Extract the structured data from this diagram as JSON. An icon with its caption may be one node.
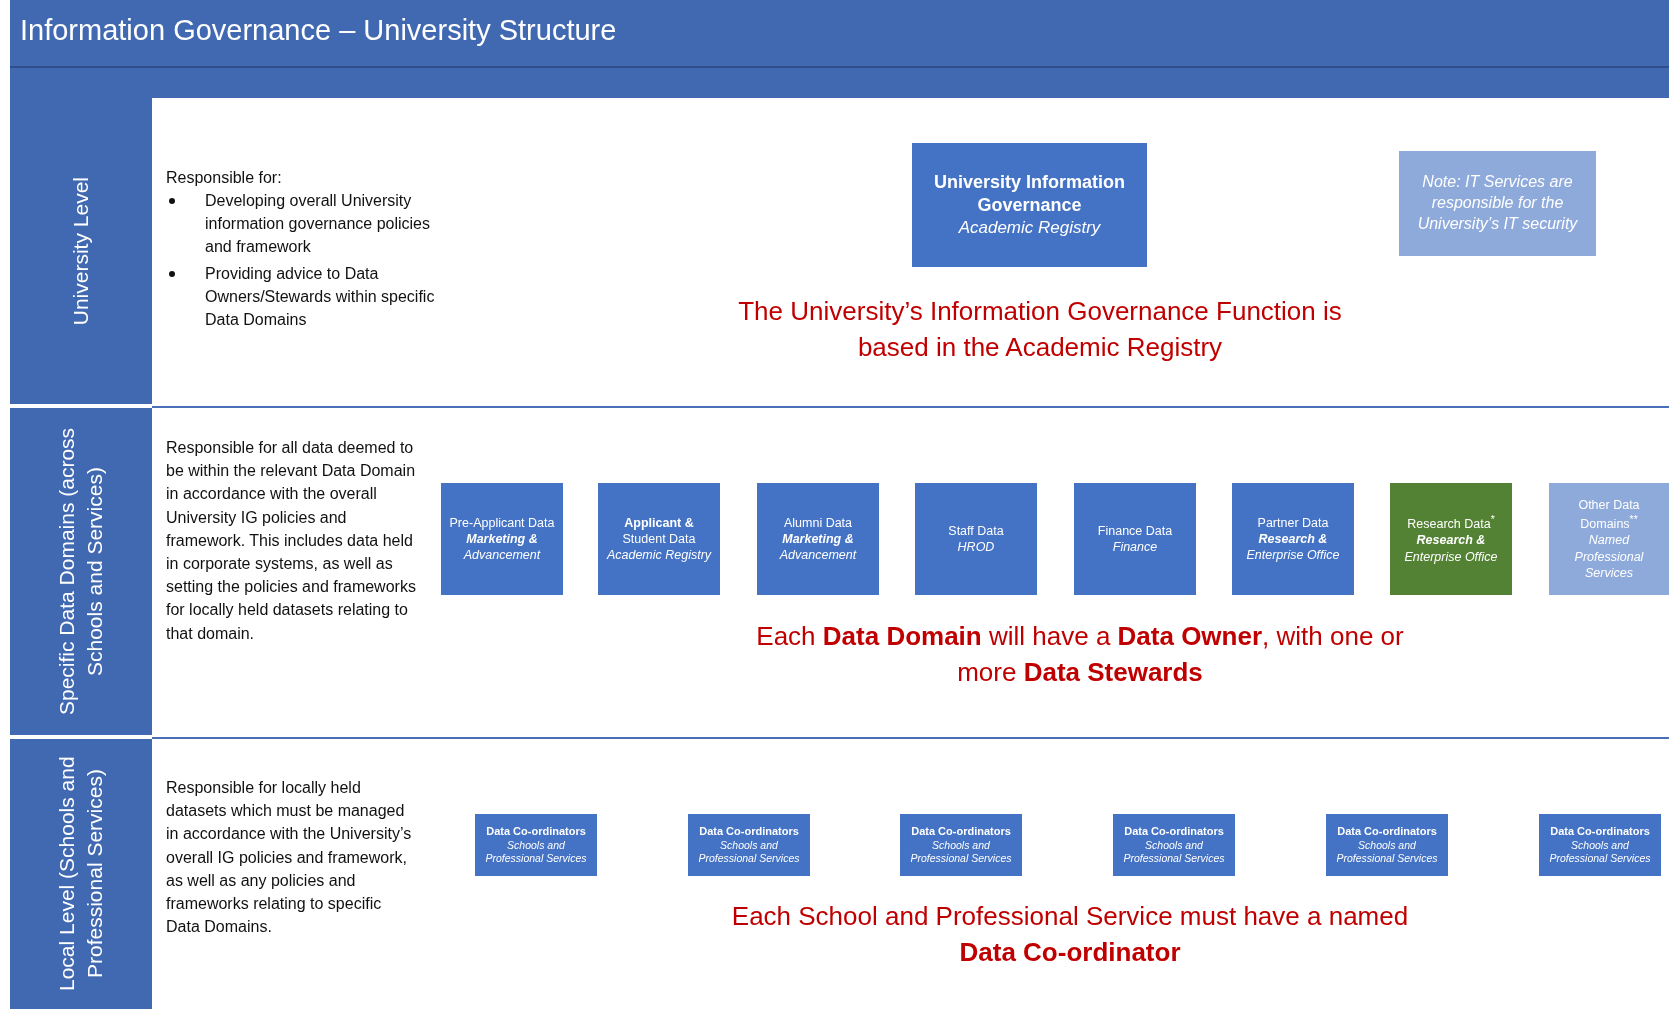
{
  "diagram": {
    "title": "Information Governance – University Structure",
    "nodes": [
      {
        "text": [
          "University Level"
        ]
      },
      {
        "text": [
          "University Information Governance",
          "Academic Registry"
        ]
      },
      {
        "text": [
          "Note: IT Services are responsible for the University’s IT security"
        ]
      },
      {
        "text": [
          "Specific Data Domains (across Schools and Services)"
        ]
      },
      {
        "text": [
          "Pre-Applicant Data",
          "**Marketing &** Advancement"
        ]
      },
      {
        "text": [
          "**Applicant &** Student Data",
          "Academic Registry"
        ]
      },
      {
        "text": [
          "Alumni Data",
          "**Marketing &** Advancement"
        ]
      },
      {
        "text": [
          "Staff Data",
          "HROD"
        ]
      },
      {
        "text": [
          "Finance Data",
          "Finance"
        ]
      },
      {
        "text": [
          "Partner Data",
          "**Research &** Enterprise Office"
        ]
      },
      {
        "text": [
          "Research Data$^{*}$",
          "**Research &** Enterprise Office"
        ]
      },
      {
        "text": [
          "Other Data Domains$^{**}$",
          "Named Professional Services"
        ]
      },
      {
        "text": [
          "Local Level (Schools and Professional Services)"
        ]
      },
      {
        "text": [
          "Data Co-ordinators",
          "Schools and Professional Services"
        ]
      },
      {
        "text": [
          "Data Co-ordinators",
          "Schools and Professional Services"
        ]
      },
      {
        "text": [
          "Data Co-ordinators",
          "Schools and Professional Services"
        ]
      },
      {
        "text": [
          "Data Co-ordinators",
          "Schools and Professional Services"
        ]
      },
      {
        "text": [
          "Data Co-ordinators",
          "Schools and Professional Services"
        ]
      },
      {
        "text": [
          "Data Co-ordinators",
          "Schools and Professional Services"
        ]
      }
    ],
    "labels": [
      "Responsible for:",
      "Developing overall University information governance policies and framework",
      "Providing advice to Data Owners/Stewards within specific Data Domains",
      "The University’s Information Governance Function is based in the Academic Registry",
      "Responsible for all data deemed to be within the relevant Data Domain in accordance with the overall University IG policies and framework. This includes data held in corporate systems, as well as setting the policies and frameworks for locally held datasets relating to that domain.",
      "Each **Data Domain** will have a **Data Owner**, with one or more **Data Stewards**",
      "Responsible for locally held datasets which must be managed in accordance with the University’s overall IG policies and framework, as well as any policies and frameworks relating to specific Data Domains.",
      "Each School and Professional Service must have a named **Data Co-ordinator**"
    ]
  }
}
